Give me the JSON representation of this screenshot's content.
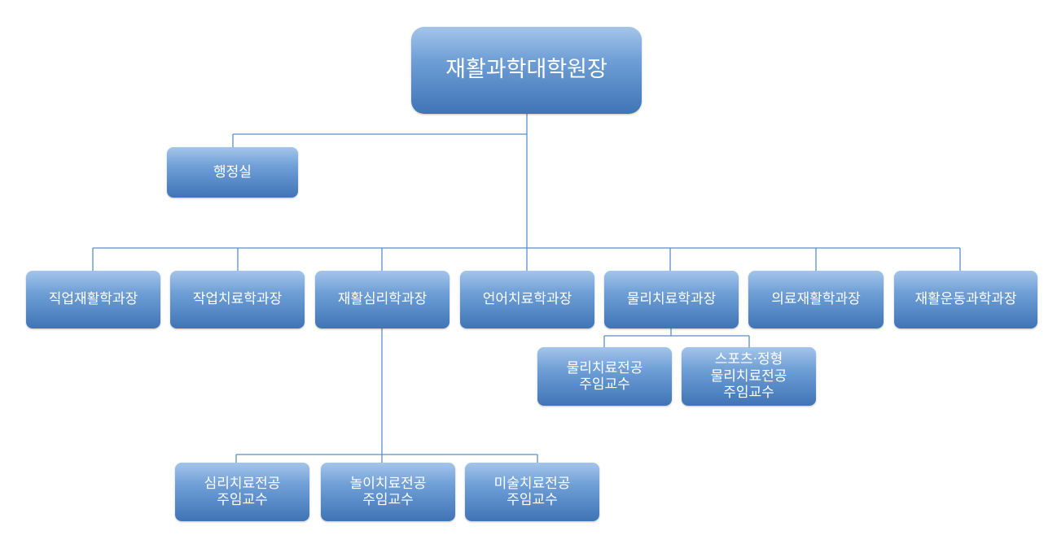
{
  "root": {
    "label": "재활과학대학원장"
  },
  "admin": {
    "label": "행정실"
  },
  "departments": [
    "직업재활학과장",
    "작업치료학과장",
    "재활심리학과장",
    "언어치료학과장",
    "물리치료학과장",
    "의료재활학과장",
    "재활운동과학과장"
  ],
  "pt_majors": [
    "물리치료전공\n주임교수",
    "스포츠·정형\n물리치료전공\n주임교수"
  ],
  "psych_majors": [
    "심리치료전공\n주임교수",
    "놀이치료전공\n주임교수",
    "미술치료전공\n주임교수"
  ]
}
